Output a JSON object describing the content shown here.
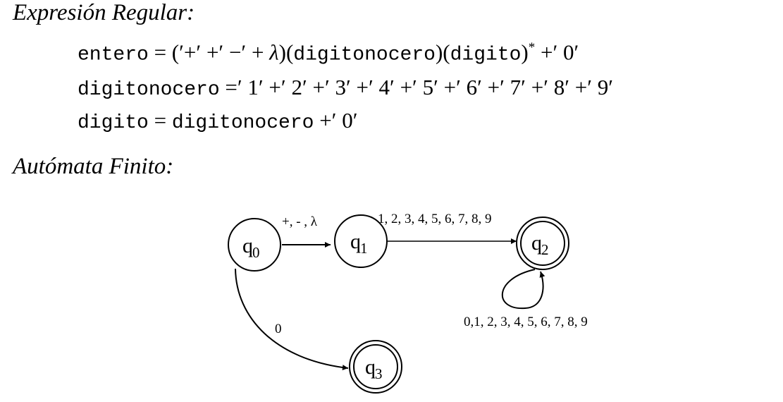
{
  "headings": {
    "regex": "Expresión Regular:",
    "automaton": "Autómata Finito:"
  },
  "equations": [
    {
      "lhs": "entero",
      "eq": " = (",
      "p1": "′+′",
      "p2": " +",
      "p3": "′ −′",
      "p4": " + ",
      "lambda": "λ",
      "p5": ")(",
      "t1": "digitonocero",
      "p6": ")(",
      "t2": "digito",
      "p7": ")",
      "star": "*",
      "p8": " +′ 0′"
    },
    {
      "lhs": "digitonocero",
      "rhs": " =′ 1′ +′ 2′ +′ 3′ +′ 4′ +′ 5′ +′ 6′ +′ 7′ +′ 8′ +′ 9′"
    },
    {
      "lhs": "digito",
      "eq": " = ",
      "t1": "digitonocero",
      "rhs": " +′ 0′"
    }
  ],
  "automaton": {
    "states": [
      {
        "id": "q0",
        "base": "q",
        "sub": "0",
        "accepting": false
      },
      {
        "id": "q1",
        "base": "q",
        "sub": "1",
        "accepting": false
      },
      {
        "id": "q2",
        "base": "q",
        "sub": "2",
        "accepting": true
      },
      {
        "id": "q3",
        "base": "q",
        "sub": "3",
        "accepting": true
      }
    ],
    "transitions": [
      {
        "from": "q0",
        "to": "q1",
        "label": "+, - , λ"
      },
      {
        "from": "q1",
        "to": "q2",
        "label": "1, 2, 3, 4, 5, 6, 7, 8, 9"
      },
      {
        "from": "q2",
        "to": "q2",
        "label": "0,1, 2, 3, 4, 5, 6, 7, 8, 9"
      },
      {
        "from": "q0",
        "to": "q3",
        "label": "0"
      }
    ]
  }
}
